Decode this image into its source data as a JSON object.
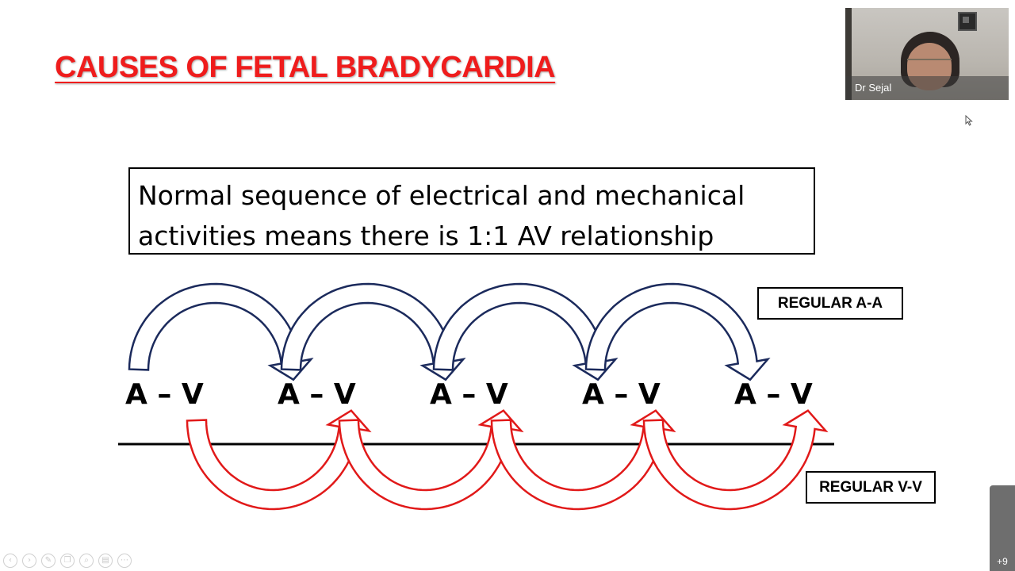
{
  "slide": {
    "title": "CAUSES OF FETAL BRADYCARDIA",
    "statement_line1": "Normal sequence of electrical and mechanical",
    "statement_line2": "activities means there is 1:1 AV relationship",
    "av_labels": [
      "A – V",
      "A – V",
      "A – V",
      "A – V",
      "A – V"
    ],
    "label_atrial": "REGULAR A-A",
    "label_ventricular": "REGULAR V-V",
    "colors": {
      "title": "#ef1c1c",
      "atrial_arrows": "#1b2a5c",
      "ventricular_arrows": "#e11919"
    }
  },
  "video_tile": {
    "participant_name": "Dr Sejal"
  },
  "participants_tab": {
    "count_label": "+9"
  },
  "toolbar": {
    "icons": [
      "previous-icon",
      "next-icon",
      "pen-icon",
      "copy-icon",
      "zoom-icon",
      "slides-icon",
      "more-icon"
    ]
  }
}
